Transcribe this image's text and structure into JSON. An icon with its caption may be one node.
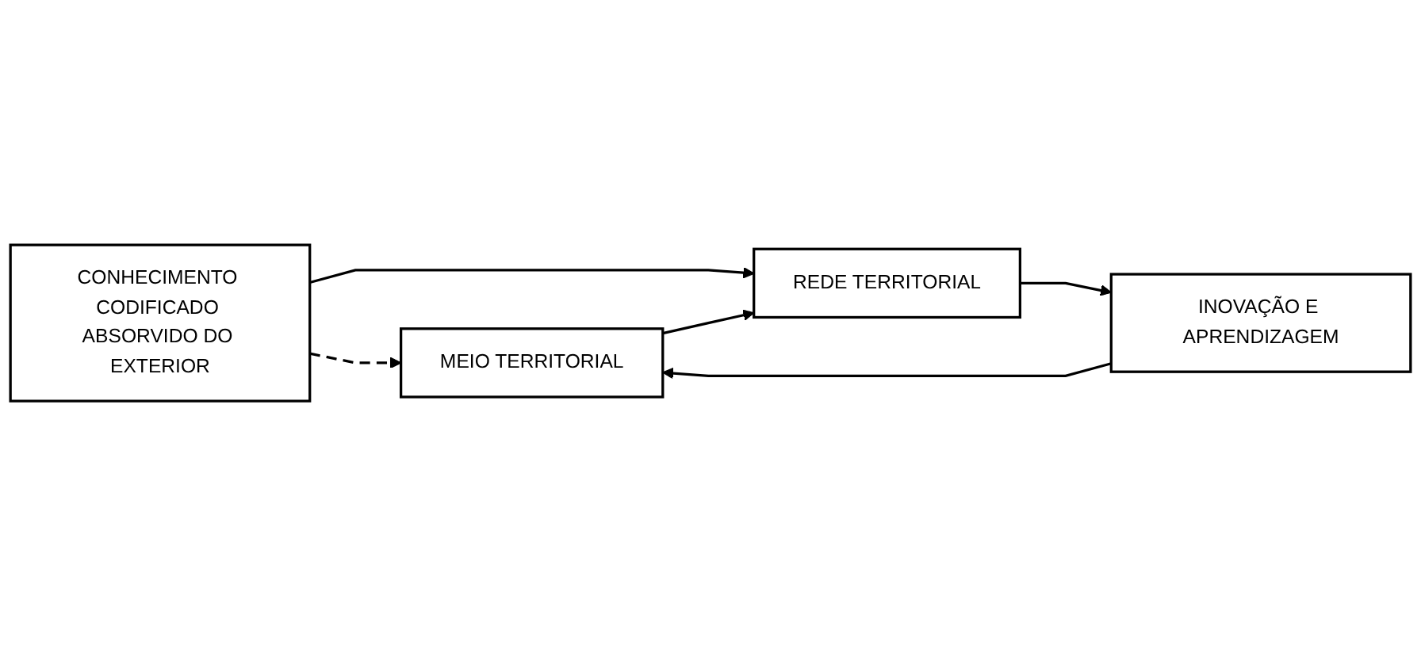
{
  "diagram": {
    "nodes": [
      {
        "text": [
          "CONHECIMENTO CODIFICADO ABSORVIDO DO EXTERIOR"
        ]
      },
      {
        "text": [
          "MEIO TERRITORIAL"
        ]
      },
      {
        "text": [
          "REDE TERRITORIAL"
        ]
      },
      {
        "text": [
          "INOVAÇÃO E APRENDIZAGEM"
        ]
      }
    ],
    "edges": [
      {
        "from": 0,
        "to": 1,
        "arrow": "to",
        "style": "dashed"
      },
      {
        "from": 0,
        "to": 2,
        "arrow": "to"
      },
      {
        "from": 1,
        "to": 2,
        "arrow": "to"
      },
      {
        "from": 2,
        "to": 3,
        "arrow": "to"
      },
      {
        "from": 3,
        "to": 1,
        "arrow": "to"
      }
    ]
  }
}
